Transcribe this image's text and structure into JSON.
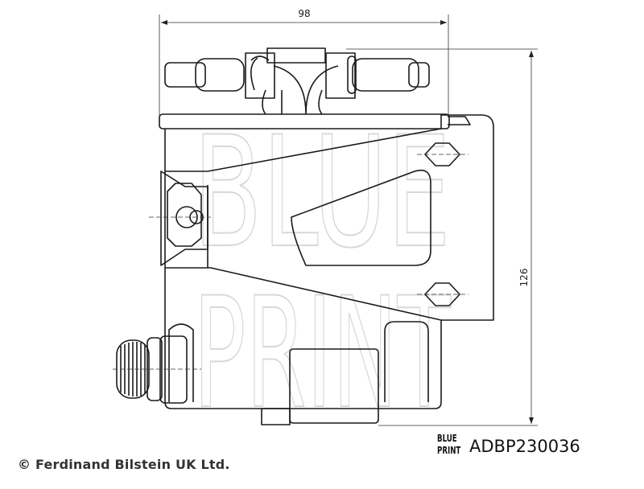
{
  "drawing": {
    "title": "Fuel filter technical drawing",
    "dimensions": {
      "width_label": "98",
      "height_label": "126"
    },
    "watermark": [
      "BLUE",
      "PRINT"
    ]
  },
  "footer": {
    "copyright": "© Ferdinand Bilstein UK Ltd.",
    "logo_line1": "BLUE",
    "logo_line2": "PRINT",
    "part_number": "ADBP230036"
  }
}
